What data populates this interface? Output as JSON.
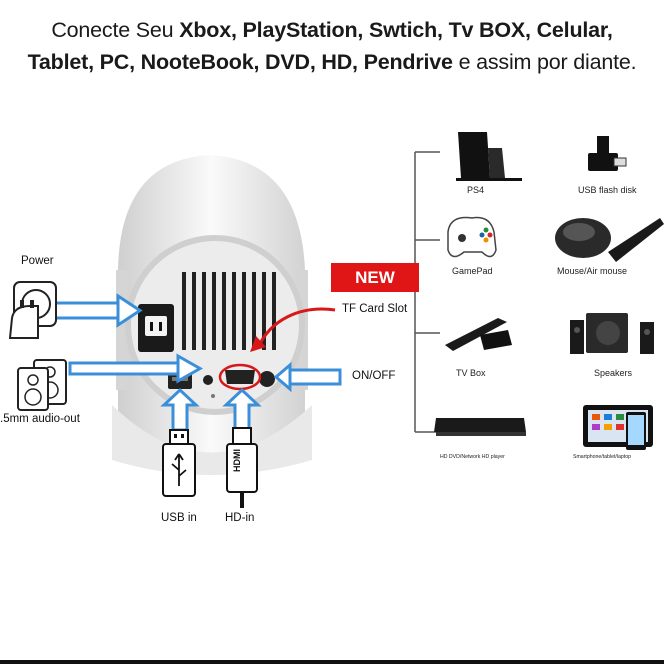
{
  "header": {
    "line1_prefix": "Conecte Seu ",
    "line1_bold": "Xbox, PlayStation, Swtich, Tv BOX,  Celular,",
    "line2_bold": "Tablet, PC, NooteBook, DVD, HD, Pendrive",
    "line2_suffix": " e assim por diante."
  },
  "ports": {
    "power": "Power",
    "audio_out": ".5mm audio-out",
    "usb_in": "USB in",
    "hd_in": "HD-in",
    "on_off": "ON/OFF",
    "tf_card_slot": "TF Card Slot",
    "new_badge": "NEW",
    "hdmi_plug_text": "HDMI"
  },
  "devices": {
    "ps4": "PS4",
    "usb_flash": "USB flash disk",
    "gamepad": "GamePad",
    "mouse": "Mouse/Air mouse",
    "tv_box": "TV Box",
    "speakers": "Speakers",
    "dvd": "HD DVD/Network HD player",
    "smartphone": "Smartphone/tablet/laptop"
  },
  "colors": {
    "arrow_blue": "#3b8fd9",
    "new_red": "#e01515",
    "annotation_red": "#d81818"
  }
}
